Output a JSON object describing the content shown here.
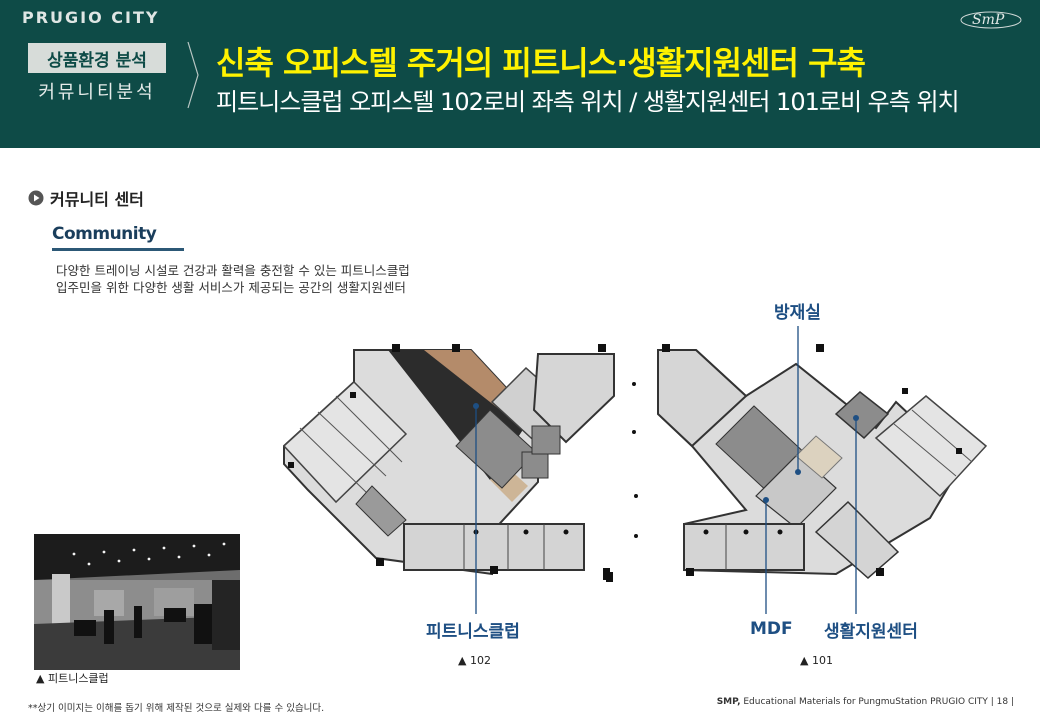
{
  "header": {
    "brand": "PRUGIO CITY",
    "logo_text": "SmP",
    "tag_box": "상품환경 분석",
    "tag_sub": "커뮤니티분석",
    "title": "신축 오피스텔 주거의 피트니스·생활지원센터 구축",
    "subtitle": "피트니스클럽 오피스텔 102로비 좌측 위치 / 생활지원센터 101로비 우측 위치"
  },
  "section": {
    "title": "커뮤니티 센터",
    "community_label": "Community",
    "desc_line1": "다양한 트레이닝 시설로 건강과 활력을 충전할 수 있는 피트니스클럽",
    "desc_line2": "입주민을 위한 다양한 생활 서비스가 제공되는 공간의 생활지원센터"
  },
  "photo": {
    "caption": "▲ 피트니스클럽"
  },
  "plan": {
    "label_fitness": "피트니스클럽",
    "label_disaster": "방재실",
    "label_mdf": "MDF",
    "label_support": "생활지원센터",
    "lobby_left": "▲ 102",
    "lobby_right": "▲ 101"
  },
  "colors": {
    "header_bg": "#0e4b47",
    "title_yellow": "#fff200",
    "label_blue": "#1e4f83"
  },
  "footer": {
    "footnote": "**상기 이미지는 이해를 돕기 위해 제작된 것으로 실제와 다를 수 있습니다.",
    "brand_bold": "SMP,",
    "source": " Educational Materials for PungmuStation PRUGIO CITY",
    "page": " | 18 |"
  }
}
